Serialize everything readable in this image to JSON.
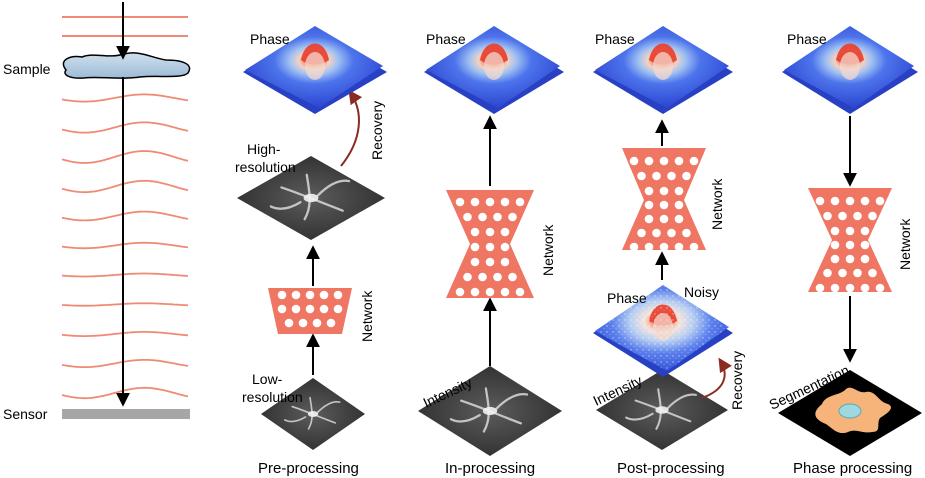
{
  "optics": {
    "sample_label": "Sample",
    "sensor_label": "Sensor"
  },
  "preprocessing": {
    "caption": "Pre-processing",
    "low_res_label": [
      "Low-",
      "resolution"
    ],
    "high_res_label": [
      "High-",
      "resolution"
    ],
    "network_label": "Network",
    "recovery_label": "Recovery",
    "phase_label": "Phase"
  },
  "inprocessing": {
    "caption": "In-processing",
    "intensity_label": "Intensity",
    "network_label": "Network",
    "phase_label": "Phase"
  },
  "postprocessing": {
    "caption": "Post-processing",
    "intensity_label": "Intensity",
    "noisy_phase_label": "Phase",
    "noisy_label": "Noisy",
    "recovery_label": "Recovery",
    "network_label": "Network",
    "phase_label": "Phase"
  },
  "phaseprocessing": {
    "caption": "Phase processing",
    "phase_label": "Phase",
    "network_label": "Network",
    "segmentation_label": "Segmentation"
  },
  "colors": {
    "wave": "#f08a74",
    "network": "#ef7663",
    "sample_fill": "#b7cfe3",
    "sensor": "#a6a6a6",
    "phase_blue": "#3a5ee0",
    "recovery_arrow": "#8b2b22",
    "cell_fill": "#f6b47a",
    "nucleus": "#9fd9e0"
  }
}
